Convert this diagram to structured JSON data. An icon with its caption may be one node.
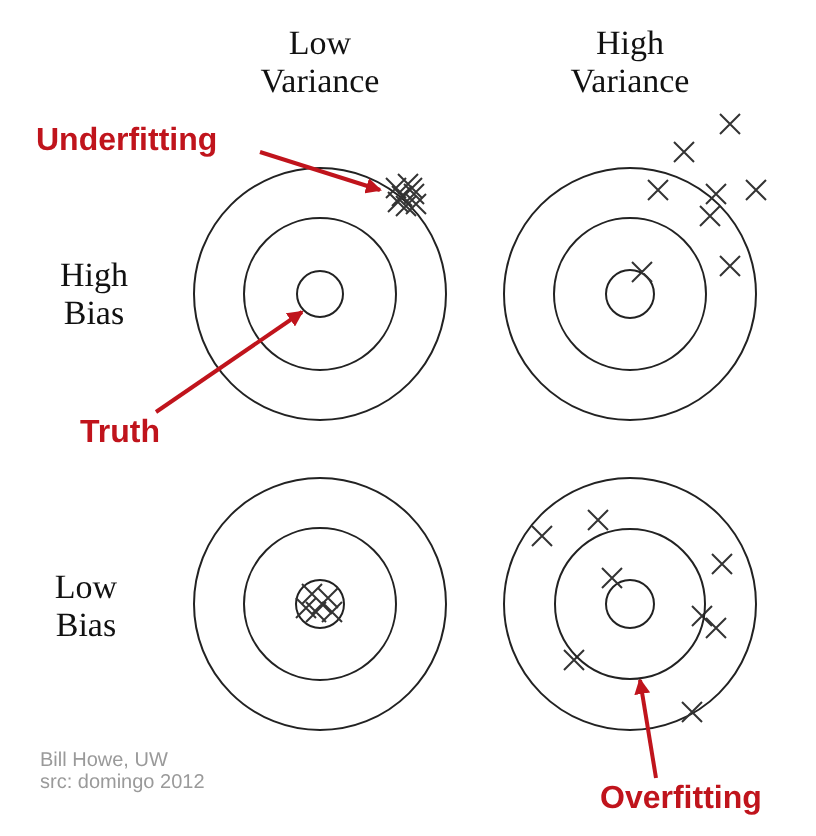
{
  "diagram": {
    "nodes": [
      {
        "text": [
          "Underfitting"
        ]
      },
      {
        "text": [],
        "shape": "cross"
      },
      {
        "text": [
          "Truth"
        ]
      },
      {
        "text": [],
        "shape": "circle"
      },
      {
        "text": [
          "Overfitting"
        ]
      },
      {
        "text": [],
        "shape": "circle"
      }
    ],
    "edges": [
      {
        "from": 0,
        "to": 1,
        "arrow": "to"
      },
      {
        "from": 2,
        "to": 3,
        "arrow": "to"
      },
      {
        "from": 4,
        "to": 5,
        "arrow": "to"
      }
    ],
    "labels": [
      "Low Variance",
      "High Variance",
      "High Bias",
      "Low Bias",
      "Bill Howe, UW",
      "src: domingo 2012"
    ]
  }
}
